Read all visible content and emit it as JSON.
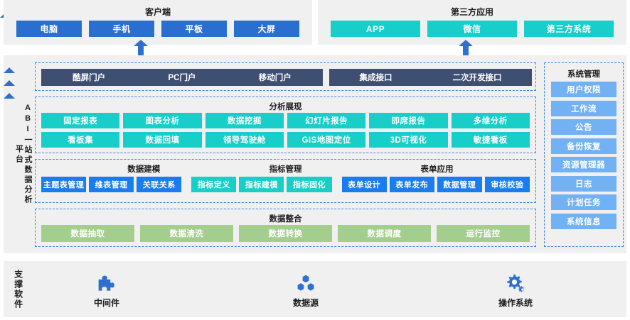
{
  "client": {
    "title": "客户端",
    "items": [
      "电脑",
      "手机",
      "平板",
      "大屏"
    ],
    "color": "#2a6fd0"
  },
  "third_party": {
    "title": "第三方应用",
    "items": [
      "APP",
      "微信",
      "第三方系统"
    ],
    "color": "#17cfc8"
  },
  "platform": {
    "vertical_label_main": "ABI一站式数据分析",
    "vertical_label_sub": "平台",
    "portal": {
      "left_items": [
        "酷屏门户",
        "PC门户",
        "移动门户"
      ],
      "right_items": [
        "集成接口",
        "二次开发接口"
      ],
      "color": "#3e4f72"
    },
    "analysis": {
      "title": "分析展现",
      "row1": [
        "固定报表",
        "图表分析",
        "数据挖掘",
        "幻灯片报告",
        "即席报告",
        "多维分析"
      ],
      "row2": [
        "看板集",
        "数据回填",
        "领导驾驶舱",
        "GIS地图定位",
        "3D可视化",
        "敏捷看板"
      ],
      "color": "#17cfc8"
    },
    "modeling": {
      "groups": [
        {
          "title": "数据建模",
          "items": [
            "主题表管理",
            "维表管理",
            "关联关系"
          ],
          "color": "#1a7ced"
        },
        {
          "title": "指标管理",
          "items": [
            "指标定义",
            "指标建模",
            "指标固化"
          ],
          "color": "#17cfc8"
        },
        {
          "title": "表单应用",
          "items": [
            "表单设计",
            "表单发布",
            "数据管理",
            "审核校验"
          ],
          "color": "#1a7ced"
        }
      ]
    },
    "integration": {
      "title": "数据整合",
      "items": [
        "数据抽取",
        "数据清洗",
        "数据转换",
        "数据调度",
        "运行监控"
      ],
      "color": "#a4ce8e"
    },
    "system_management": {
      "title": "系统管理",
      "items": [
        "用户权限",
        "工作流",
        "公告",
        "备份恢复",
        "资源管理器",
        "日志",
        "计划任务",
        "系统信息"
      ],
      "color": "#72b2f4"
    }
  },
  "support": {
    "vertical_label": "支撑软件",
    "items": [
      {
        "label": "中间件",
        "icon": "puzzle-piece-icon"
      },
      {
        "label": "数据源",
        "icon": "database-nodes-icon"
      },
      {
        "label": "操作系统",
        "icon": "gear-icon"
      }
    ]
  },
  "arrows": {
    "color": "#2f6fd0"
  }
}
